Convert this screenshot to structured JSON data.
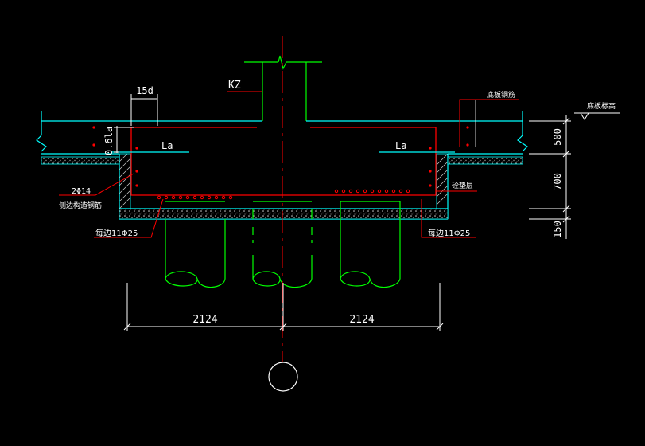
{
  "labels": {
    "column": "KZ",
    "anchor_len": "15d",
    "la_left": "La",
    "la_right": "La",
    "anchor_vertical": "0.6la",
    "top_steel": "底板钢筋",
    "elevation": "底板标高",
    "side_bars_count": "2Φ14",
    "side_bars_desc": "侧边构造钢筋",
    "cover_plate": "砼垫层",
    "bottom_left": "每边11Φ25",
    "bottom_right": "每边11Φ25"
  },
  "dimensions": {
    "span_left": "2124",
    "span_right": "2124",
    "d500": "500",
    "d700": "700",
    "d150": "150"
  },
  "colors": {
    "background": "#000000",
    "slab": "#00ffff",
    "rebar": "#ff0000",
    "column": "#00ff00",
    "piles": "#00ff00",
    "dimension": "#ffffff",
    "centerline": "#ff0000",
    "hatch": "#aaaaaa"
  }
}
